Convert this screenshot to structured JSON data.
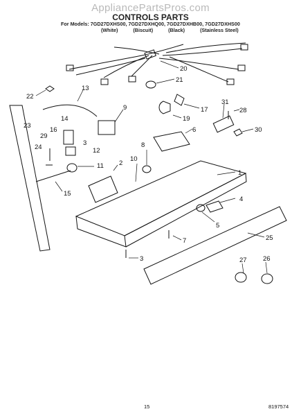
{
  "watermark": "AppliancePartsPros.com",
  "title": "CONTROLS PARTS",
  "models_line": "For Models: 7GD27DXHS00, 7GD27DXHQ00, 7GD27DXHB00, 7GD27DXHS00",
  "variants": [
    "(White)",
    "(Biscuit)",
    "(Black)",
    "(Stainless Steel)"
  ],
  "callouts": [
    "20",
    "21",
    "22",
    "13",
    "9",
    "17",
    "31",
    "28",
    "19",
    "30",
    "23",
    "14",
    "16",
    "29",
    "24",
    "3",
    "12",
    "8",
    "6",
    "10",
    "11",
    "2",
    "1",
    "15",
    "4",
    "5",
    "7",
    "25",
    "3",
    "27",
    "26"
  ],
  "footer": {
    "page": "15",
    "doc": "8197574"
  }
}
